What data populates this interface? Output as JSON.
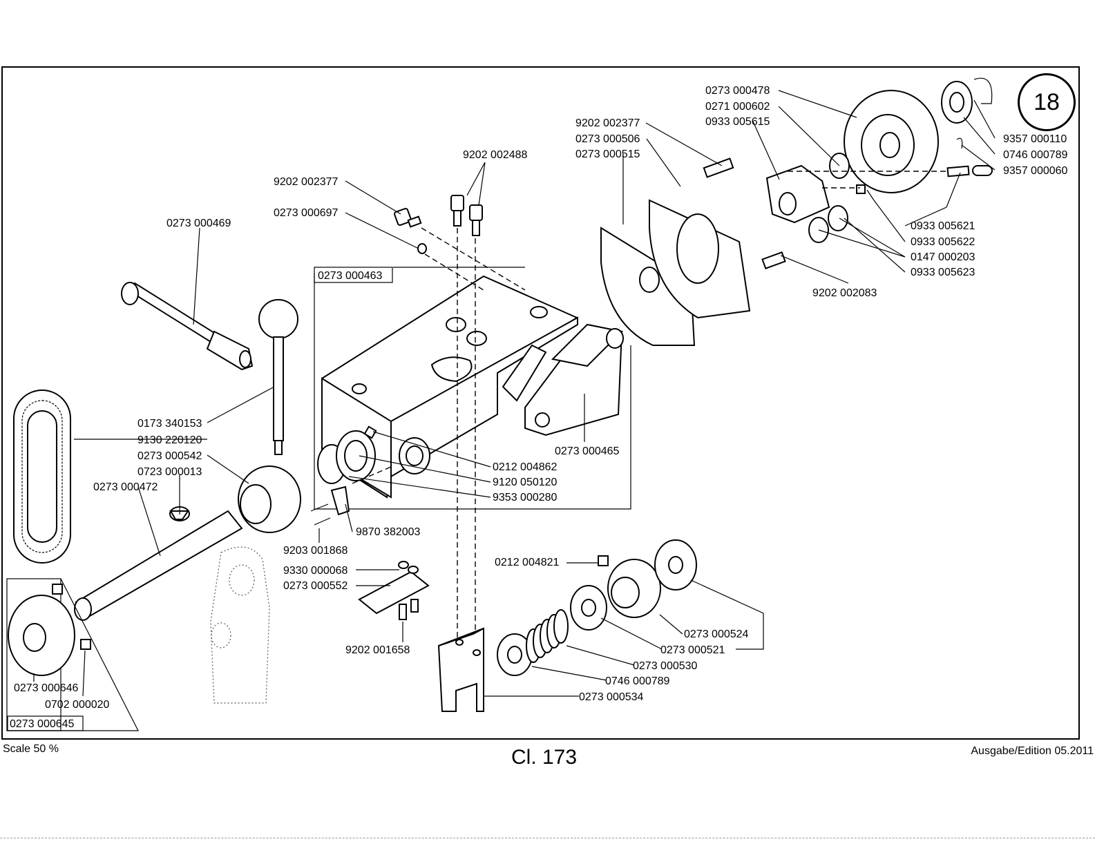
{
  "page_number": "18",
  "footer": {
    "scale": "Scale 50 %",
    "class": "Cl. 173",
    "edition": "Ausgabe/Edition 05.2011"
  },
  "assemblies": {
    "main_block": "0273 000463",
    "pulley_group": "0273 000645"
  },
  "part_labels": [
    "0273 000478",
    "0271 000602",
    "0933 005615",
    "9202 002377",
    "0273 000506",
    "0273 000515",
    "9202 002488",
    "9202 002377",
    "0273 000697",
    "0273 000469",
    "9357 000110",
    "0746 000789",
    "9357 000060",
    "0933 005621",
    "0933 005622",
    "0147 000203",
    "0933 005623",
    "9202 002083",
    "0173 340153",
    "9130 220120",
    "0273 000542",
    "0723 000013",
    "0273 000472",
    "0273 000465",
    "0212 004862",
    "9120 050120",
    "9353 000280",
    "9870 382003",
    "9203 001868",
    "9330 000068",
    "0273 000552",
    "9202 001658",
    "0212 004821",
    "0273 000524",
    "0273 000521",
    "0273 000530",
    "0746 000789",
    "0273 000534",
    "0273 000646",
    "0702 000020"
  ]
}
